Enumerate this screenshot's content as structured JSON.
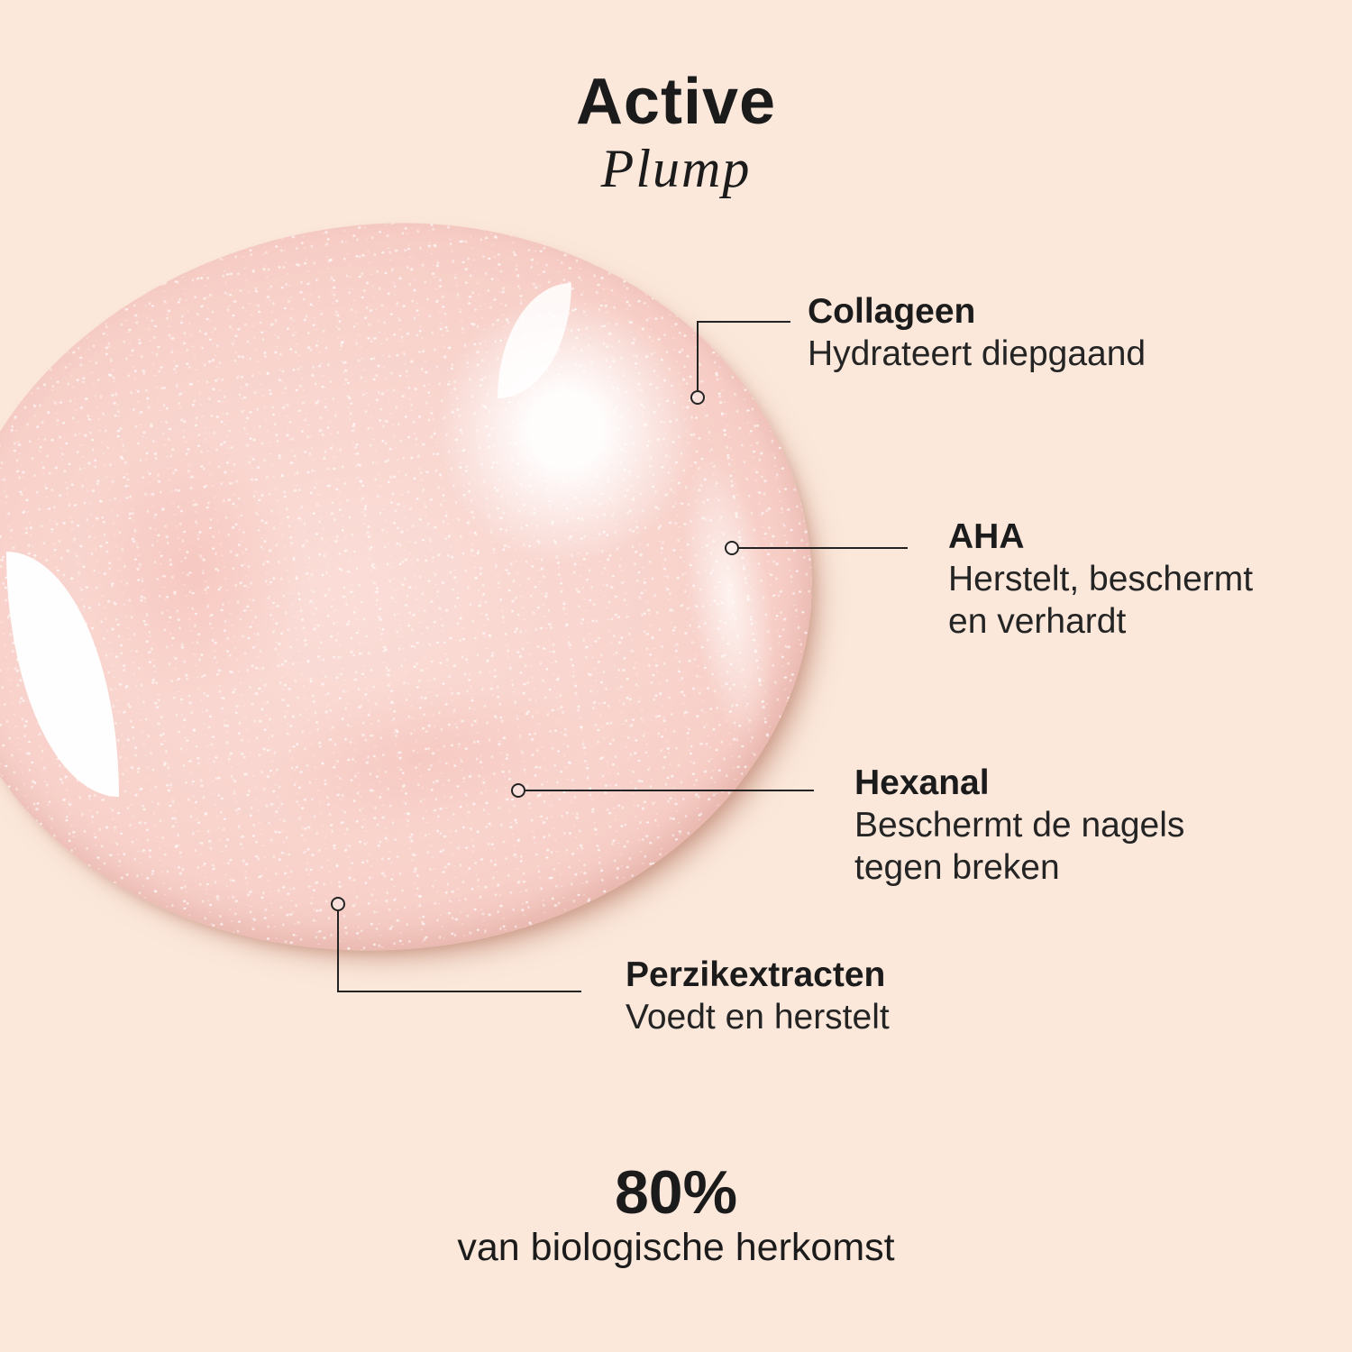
{
  "header": {
    "brand": "Active",
    "variant": "Plump"
  },
  "callouts": [
    {
      "id": "collageen",
      "label": "Collageen",
      "desc_lines": [
        "Hydrateert diepgaand"
      ]
    },
    {
      "id": "aha",
      "label": "AHA",
      "desc_lines": [
        "Herstelt, beschermt",
        "en verhardt"
      ]
    },
    {
      "id": "hexanal",
      "label": "Hexanal",
      "desc_lines": [
        "Beschermt de nagels",
        "tegen breken"
      ]
    },
    {
      "id": "perzikextracten",
      "label": "Perzikextracten",
      "desc_lines": [
        "Voedt en herstelt"
      ]
    }
  ],
  "footer": {
    "percentage": "80%",
    "caption": "van biologische herkomst"
  },
  "colors": {
    "background": "#fbe8db",
    "text": "#1b1b1b",
    "connector_line": "#232323",
    "swatch_pink": "#f8d3cc",
    "swatch_rim": "#d5a095",
    "swatch_highlight": "#ffffff",
    "swatch_shadow": "rgba(187,127,108,0.55)"
  }
}
